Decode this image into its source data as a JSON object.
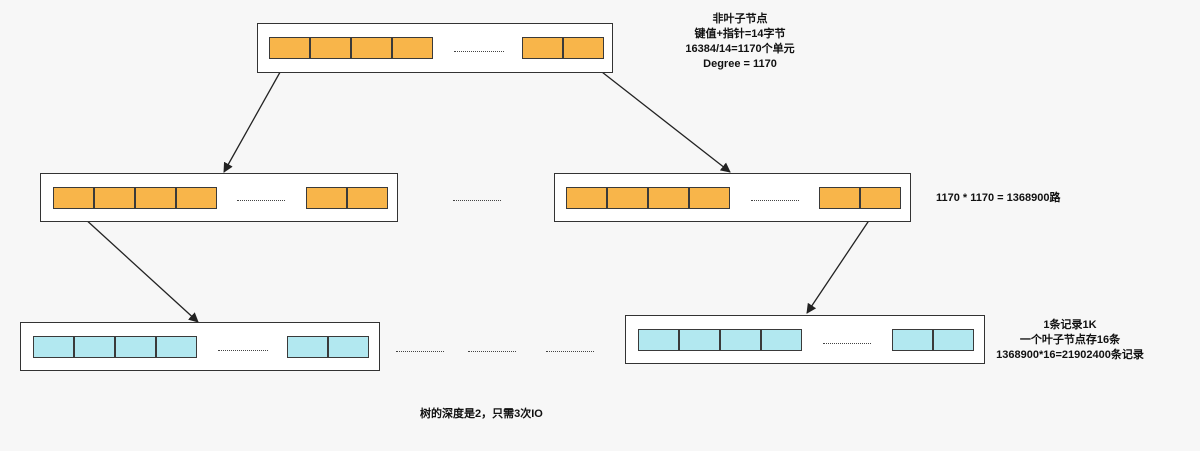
{
  "colors": {
    "nonleaf_fill": "#f8b54a",
    "leaf_fill": "#b2e8f0",
    "box_border": "#333333",
    "background": "#f7f7f7"
  },
  "annotations": {
    "nonleaf_note": {
      "line1": "非叶子节点",
      "line2": "键值+指针=14字节",
      "line3": "16384/14=1170个单元",
      "line4": "Degree = 1170"
    },
    "paths_note": "1170 * 1170 = 1368900路",
    "leaf_note": {
      "line1": "1条记录1K",
      "line2": "一个叶子节点存16条",
      "line3": "1368900*16=21902400条记录"
    },
    "depth_note": "树的深度是2，只需3次IO"
  }
}
